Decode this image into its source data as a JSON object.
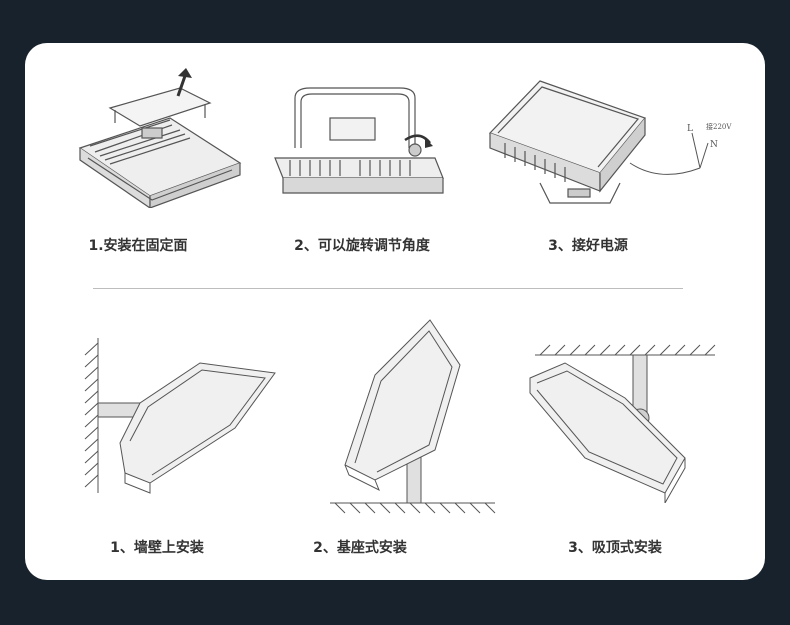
{
  "top_steps": [
    {
      "caption": "1.安装在固定面"
    },
    {
      "caption": "2、可以旋转调节角度"
    },
    {
      "caption": "3、接好电源"
    }
  ],
  "wiring_labels": {
    "l": "L",
    "n": "N",
    "voltage": "接220V"
  },
  "bottom_methods": [
    {
      "caption": "1、墙壁上安装"
    },
    {
      "caption": "2、基座式安装"
    },
    {
      "caption": "3、吸顶式安装"
    }
  ]
}
